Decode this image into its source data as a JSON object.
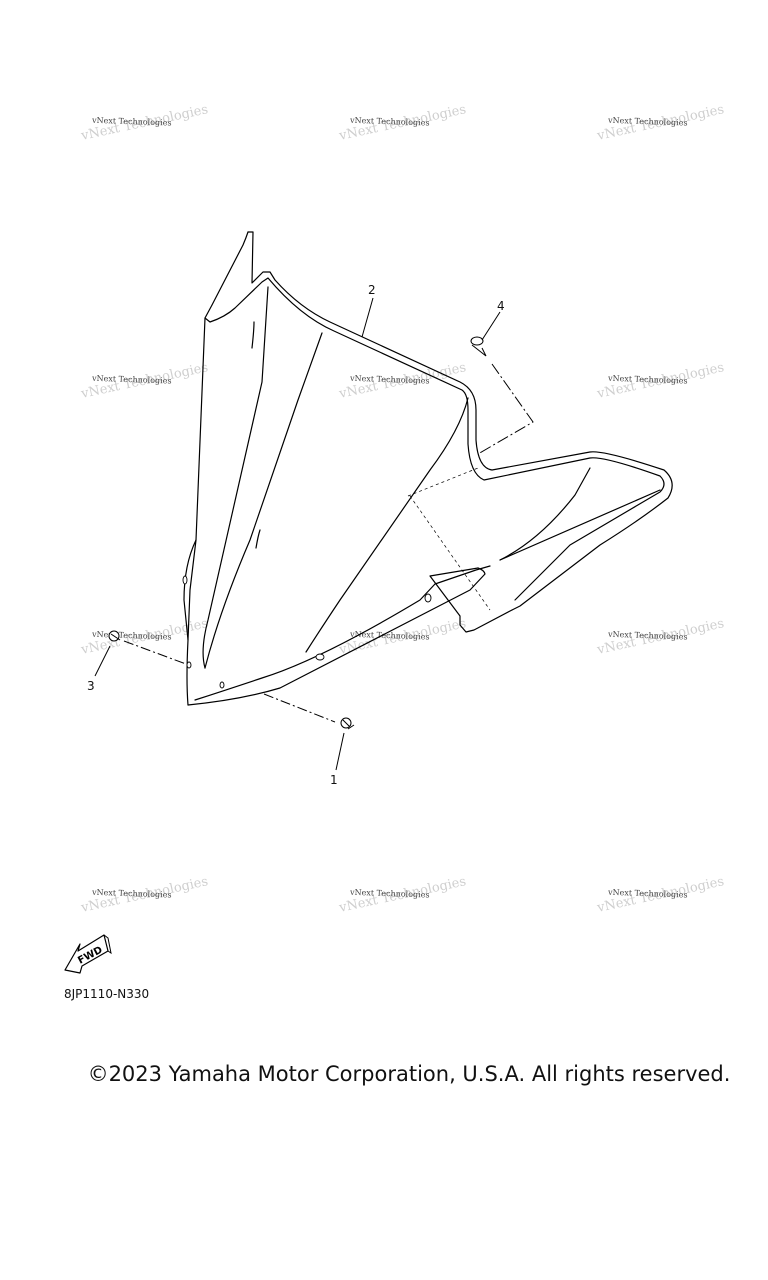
{
  "diagram": {
    "callouts": [
      "1",
      "2",
      "3",
      "4"
    ],
    "fwd_label": "FWD",
    "part_code": "8JP1110-N330",
    "watermark": {
      "line1": "vNext Technologies",
      "line2": "vNext Technologies"
    }
  },
  "footer": {
    "copyright": "©2023 Yamaha Motor Corporation, U.S.A. All rights reserved."
  }
}
